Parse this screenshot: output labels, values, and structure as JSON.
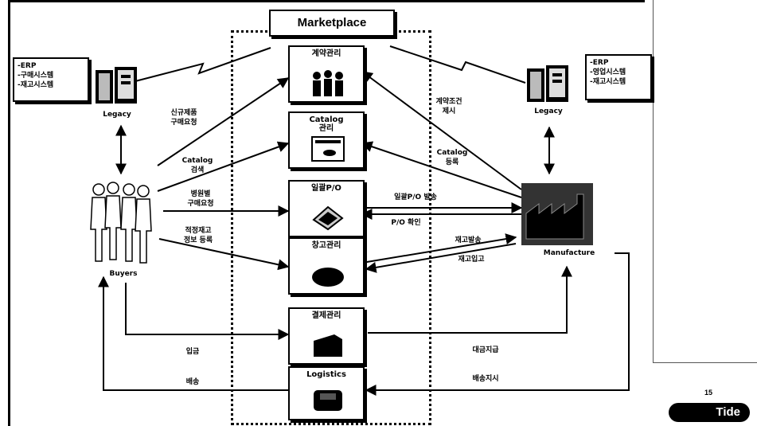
{
  "title": "Marketplace",
  "left_system_list": [
    "-ERP",
    "-구매시스템",
    "-재고시스템"
  ],
  "right_system_list": [
    "-ERP",
    "-영업시스템",
    "-재고시스템"
  ],
  "legacy_left": "Legacy",
  "legacy_right": "Legacy",
  "buyers": "Buyers",
  "manufacture": "Manufacture",
  "modules": {
    "contract": "계약관리",
    "catalog": "Catalog\n관리",
    "bulk_po": "일괄P/O",
    "warehouse": "창고관리",
    "payment": "결제관리",
    "logistics": "Logistics"
  },
  "flows": {
    "new_product": "신규제품\n구매요청",
    "catalog_search": "Catalog\n검색",
    "hospital_purchase": "병원별\n구매요청",
    "optimal_stock": "적정재고\n정보 등록",
    "deposit": "입금",
    "delivery": "배송",
    "contract_terms": "계약조건\n제시",
    "catalog_register": "Catalog\n등록",
    "bulk_po_issue": "일괄P/O 발송",
    "po_confirm": "P/O 확인",
    "stock_out": "재고발송",
    "stock_in": "재고입고",
    "payment_settle": "대금지급",
    "ship_instruct": "배송지시"
  },
  "page_number": "15",
  "brand": "Tide"
}
